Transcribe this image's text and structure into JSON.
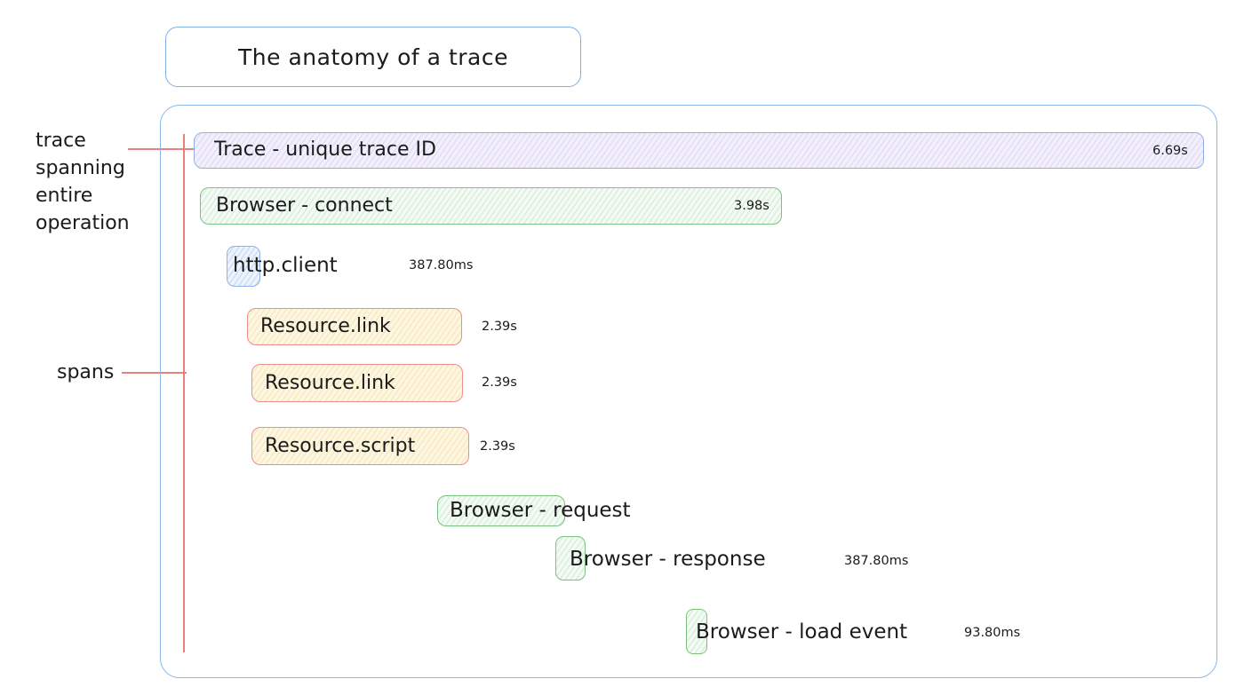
{
  "title": "The anatomy of a trace",
  "annotations": {
    "trace_label": "trace\nspanning\nentire\noperation",
    "spans_label": "spans"
  },
  "spans": [
    {
      "id": "trace",
      "label": "Trace - unique trace ID",
      "duration": "6.69s",
      "color": "purple"
    },
    {
      "id": "browser-connect",
      "label": "Browser - connect",
      "duration": "3.98s",
      "color": "green"
    },
    {
      "id": "http-client",
      "label": "http.client",
      "duration": "387.80ms",
      "color": "blue"
    },
    {
      "id": "resource-link-1",
      "label": "Resource.link",
      "duration": "2.39s",
      "color": "yellow"
    },
    {
      "id": "resource-link-2",
      "label": "Resource.link",
      "duration": "2.39s",
      "color": "yellow"
    },
    {
      "id": "resource-script",
      "label": "Resource.script",
      "duration": "2.39s",
      "color": "yellow"
    },
    {
      "id": "browser-request",
      "label": "Browser - request",
      "duration": "",
      "color": "green"
    },
    {
      "id": "browser-response",
      "label": "Browser - response",
      "duration": "387.80ms",
      "color": "green"
    },
    {
      "id": "browser-load-event",
      "label": "Browser - load event",
      "duration": "93.80ms",
      "color": "green"
    }
  ],
  "colors": {
    "frame_border": "#8ab7e6",
    "trace_fill": "#f3f0fc",
    "trace_border": "#8fb0e6",
    "green_fill": "#f3fbf4",
    "green_border": "#79c282",
    "blue_fill": "#edf4fd",
    "blue_border": "#8fb3e6",
    "yellow_fill": "#fdf7e2",
    "yellow_border": "#e89090",
    "annotation_line": "#e88080",
    "text": "#1b1b1b"
  }
}
